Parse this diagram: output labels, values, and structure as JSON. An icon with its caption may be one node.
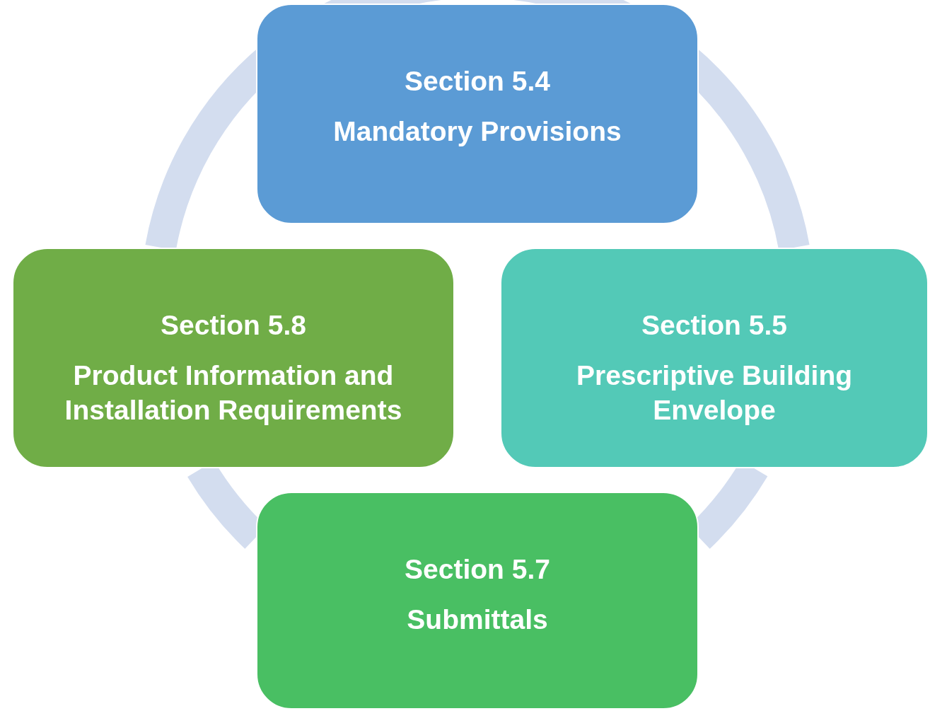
{
  "diagram": {
    "nodes": [
      {
        "text": [
          "Section 5.4",
          "Mandatory Provisions"
        ]
      },
      {
        "text": [
          "Section 5.8",
          "Product Information and Installation Requirements"
        ]
      },
      {
        "text": [
          "Section 5.5",
          "Prescriptive Building Envelope"
        ]
      },
      {
        "text": [
          "Section 5.7",
          "Submittals"
        ]
      }
    ],
    "edges": [
      {
        "from": 0,
        "to": 2,
        "arrow": "none",
        "color": "#d3ddef"
      },
      {
        "from": 2,
        "to": 3,
        "arrow": "none",
        "color": "#d3ddef"
      },
      {
        "from": 3,
        "to": 1,
        "arrow": "none",
        "color": "#d3ddef"
      },
      {
        "from": 1,
        "to": 0,
        "arrow": "none",
        "color": "#d3ddef"
      }
    ]
  }
}
